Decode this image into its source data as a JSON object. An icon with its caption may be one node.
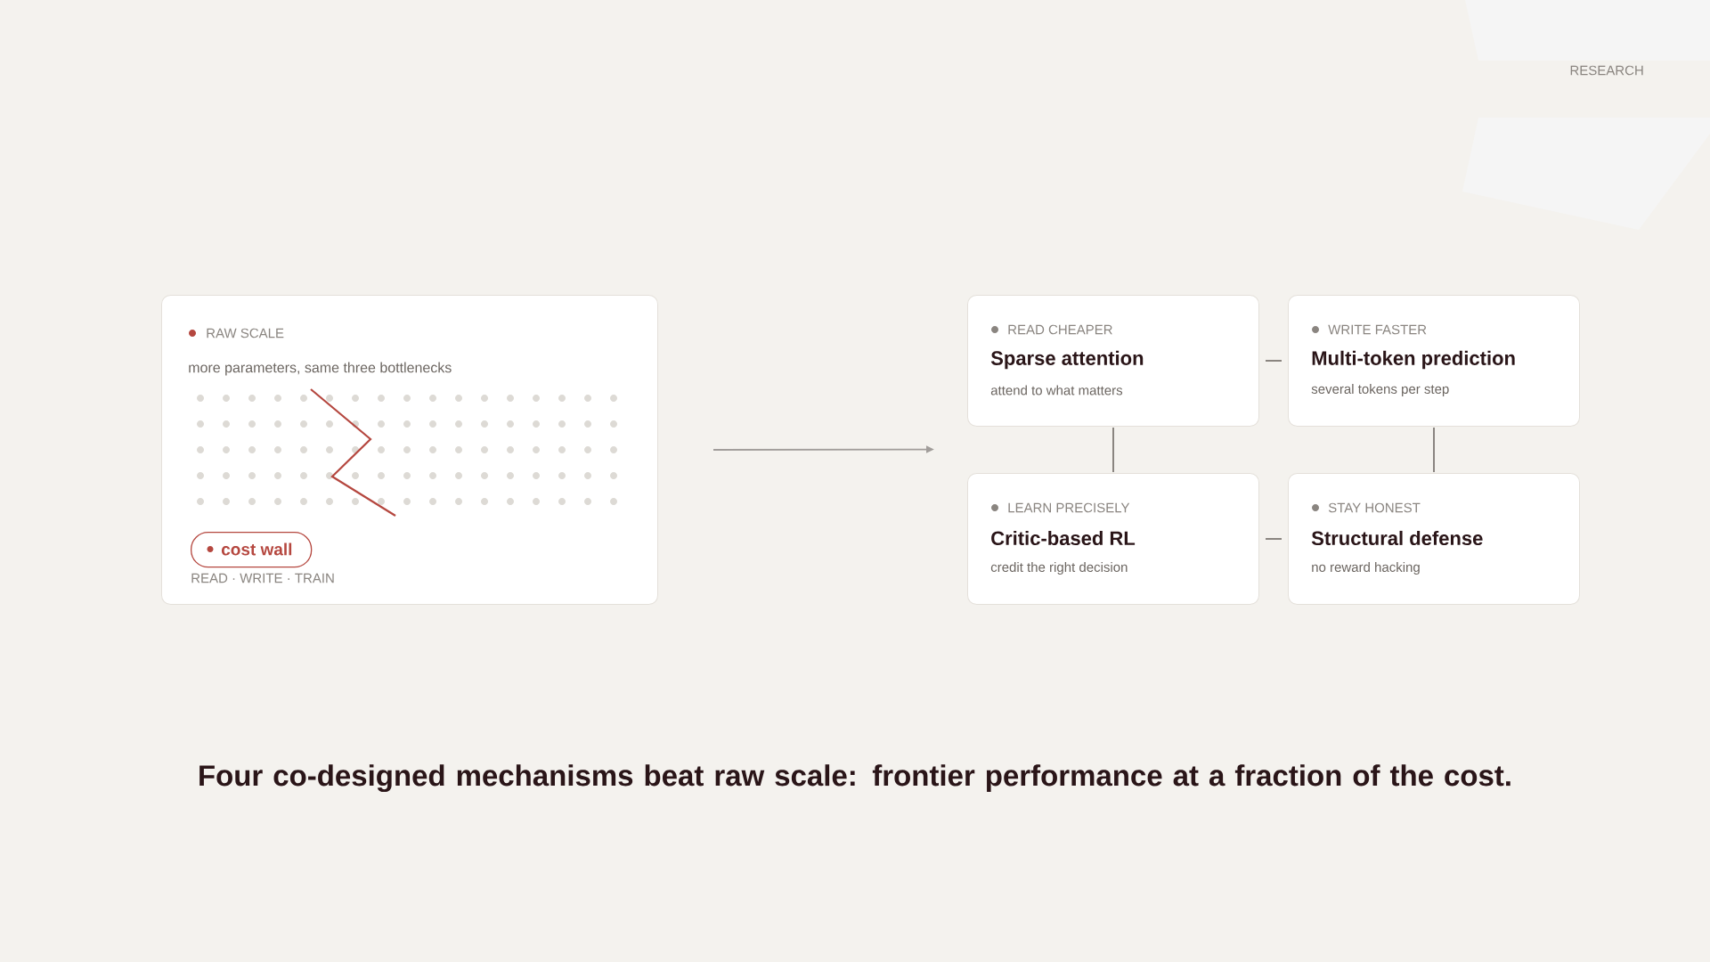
{
  "diagram": {
    "caption": "Four co-designed mechanisms beat raw scale: frontier performance at a fraction of the cost.",
    "nodes": [
      {
        "text": [
          "RAW SCALE",
          "more parameters, same three bottlenecks",
          "READ · WRITE · TRAIN"
        ]
      },
      {
        "text": [
          "cost wall"
        ],
        "in": 0
      },
      {
        "text": [
          "READ CHEAPER",
          "Sparse attention",
          "attend to what matters"
        ]
      },
      {
        "text": [
          "WRITE FASTER",
          "Multi-token prediction",
          "several tokens per step"
        ]
      },
      {
        "text": [
          "LEARN PRECISELY",
          "Critic-based RL",
          "credit the right decision"
        ]
      },
      {
        "text": [
          "STAY HONEST",
          "Structural defense",
          "no reward hacking"
        ]
      }
    ],
    "edges": [
      {
        "from": 0,
        "to": null,
        "arrow": "to"
      },
      {
        "from": 2,
        "to": 3,
        "arrow": "none"
      },
      {
        "from": 2,
        "to": 4,
        "arrow": "none"
      },
      {
        "from": 3,
        "to": 5,
        "arrow": "none"
      },
      {
        "from": 4,
        "to": 5,
        "arrow": "none"
      }
    ],
    "labels": [
      "RESEARCH"
    ]
  }
}
